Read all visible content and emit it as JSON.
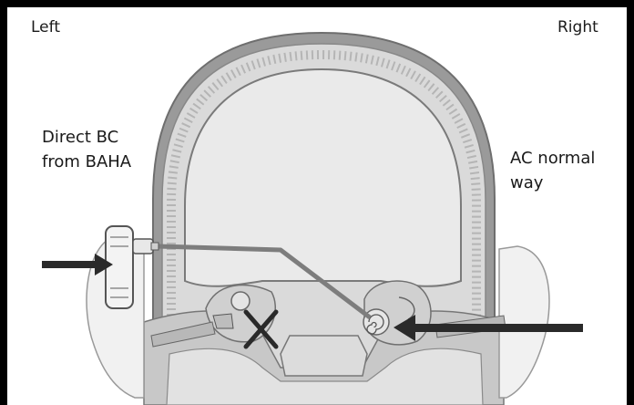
{
  "labels": {
    "left": "Left",
    "right": "Right",
    "direct_bc_line1": "Direct BC",
    "direct_bc_line2": "from BAHA",
    "ac_line1": "AC normal",
    "ac_line2": "way"
  },
  "colors": {
    "frame": "#000000",
    "skull_outer": "#8a8a8a",
    "skull_bone": "#d6d6d6",
    "brain": "#e9e9e9",
    "tissue": "#c9c9c9",
    "arrow": "#2a2a2a",
    "path_line": "#7d7d7d"
  },
  "icons": {
    "blocked_ear": "x-mark-icon",
    "baha_device": "bone-anchored-hearing-aid-icon"
  }
}
